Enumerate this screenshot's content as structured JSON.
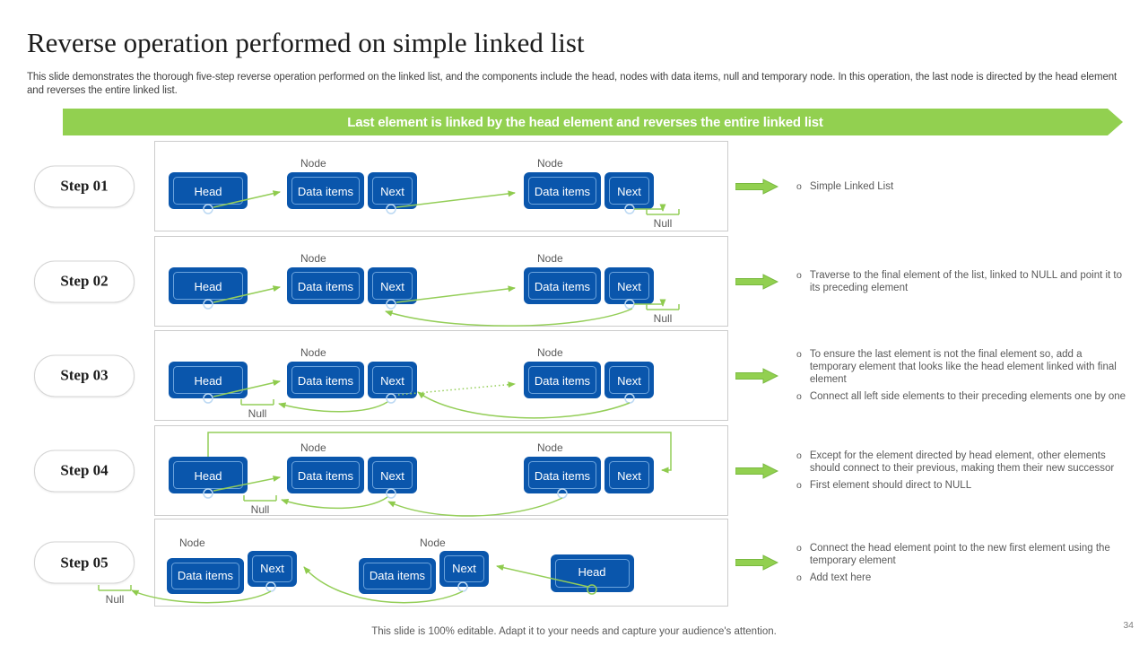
{
  "slide": {
    "title": "Reverse operation performed on simple linked list",
    "subtitle": "This slide demonstrates the thorough five-step reverse operation performed on the linked list, and the components include the head, nodes with data items, null and temporary node. In this operation, the last node is directed by the head element and reverses the entire linked list.",
    "banner": "Last element is linked by the head element and reverses the entire linked list",
    "footer": "This slide is 100% editable. Adapt it to your needs and capture your audience's attention.",
    "page_number": "34"
  },
  "labels": {
    "node": "Node",
    "null": "Null",
    "head": "Head",
    "data_items": "Data items",
    "next": "Next",
    "bullet_marker": "o"
  },
  "colors": {
    "accent_green": "#92d050",
    "line_green": "#94ce58",
    "node_blue": "#0a56ac",
    "node_inner_border": "#6ba3dc",
    "text_gray": "#595959"
  },
  "steps": [
    {
      "label": "Step 01",
      "bullets": [
        "Simple Linked List"
      ]
    },
    {
      "label": "Step 02",
      "bullets": [
        "Traverse to the final element of the list, linked to NULL and point it to its preceding element"
      ]
    },
    {
      "label": "Step 03",
      "bullets": [
        "To ensure the last element is not the final element so, add a temporary element that looks like the head element linked with final element",
        "Connect all left side elements to their preceding elements one by one"
      ]
    },
    {
      "label": "Step 04",
      "bullets": [
        "Except for the element directed by head element, other elements should connect to their previous, making them their new successor",
        "First element should direct to NULL"
      ]
    },
    {
      "label": "Step 05",
      "bullets": [
        "Connect the head element point to the new first element using the temporary element",
        "Add text here"
      ]
    }
  ]
}
